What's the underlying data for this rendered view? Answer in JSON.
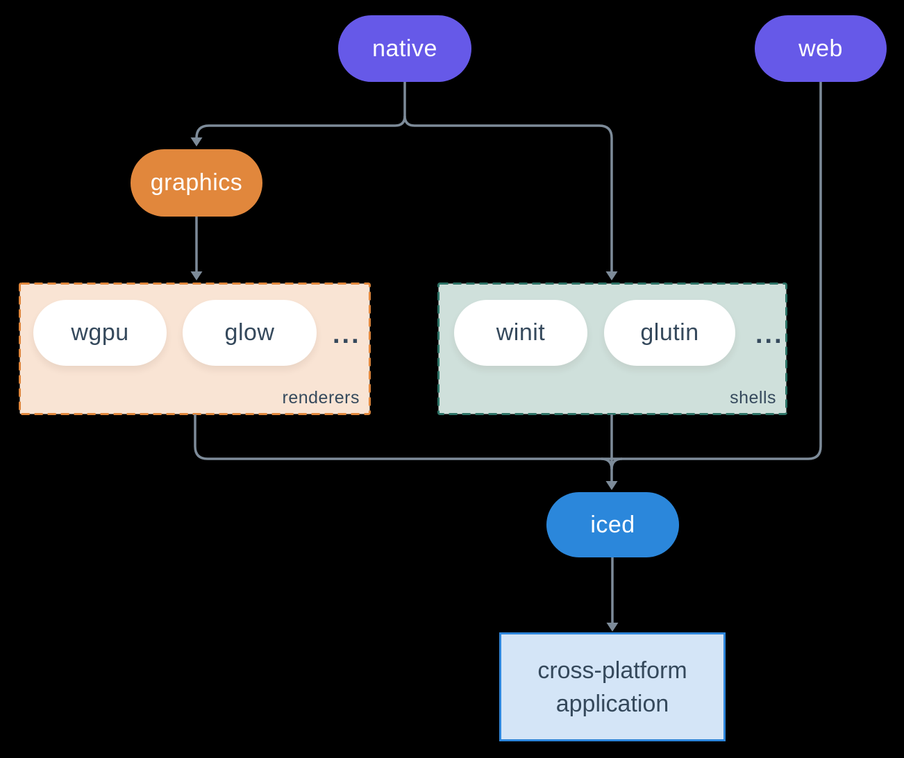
{
  "diagram": {
    "nodes": {
      "native": {
        "label": "native",
        "fill": "#6659E8",
        "text_color": "#FFFFFF"
      },
      "web": {
        "label": "web",
        "fill": "#6659E8",
        "text_color": "#FFFFFF"
      },
      "graphics": {
        "label": "graphics",
        "fill": "#E1873C",
        "text_color": "#FFFFFF"
      },
      "iced": {
        "label": "iced",
        "fill": "#2B87DB",
        "text_color": "#FFFFFF"
      },
      "application": {
        "label": "cross-platform application",
        "fill": "#D4E5F7",
        "border": "#2E86DB",
        "text_color": "#35495C"
      }
    },
    "groups": {
      "renderers": {
        "label": "renderers",
        "items": [
          {
            "label": "wgpu"
          },
          {
            "label": "glow"
          }
        ],
        "ellipsis": "...",
        "fill": "#F9E4D4",
        "border": "#E1873C"
      },
      "shells": {
        "label": "shells",
        "items": [
          {
            "label": "winit"
          },
          {
            "label": "glutin"
          }
        ],
        "ellipsis": "...",
        "fill": "#CFE0DB",
        "border": "#2E7467"
      }
    },
    "colors": {
      "background": "#000000",
      "wire": "#7D8B99",
      "dark_text": "#35495C",
      "light_text": "#FFFFFF"
    }
  }
}
